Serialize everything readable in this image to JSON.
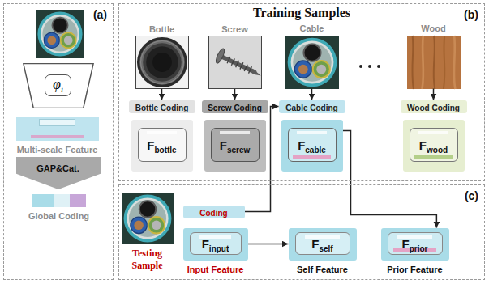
{
  "diagram": {
    "nodes": [
      {
        "text": [
          "(a)"
        ]
      },
      {
        "text": [
          "φ",
          "i"
        ],
        "in": 0
      },
      {
        "text": [
          "Multi-scale Feature"
        ],
        "in": 0
      },
      {
        "text": [
          "GAP&Cat."
        ],
        "in": 0
      },
      {
        "text": [
          "Global Coding"
        ],
        "in": 0
      },
      {
        "text": [
          "Training Samples",
          "(b)"
        ]
      },
      {
        "text": [
          "Bottle"
        ],
        "in": 5
      },
      {
        "text": [
          "Bottle Coding"
        ],
        "in": 5
      },
      {
        "text": [
          "F",
          "bottle"
        ],
        "in": 5
      },
      {
        "text": [
          "Screw"
        ],
        "in": 5
      },
      {
        "text": [
          "Screw Coding"
        ],
        "in": 5
      },
      {
        "text": [
          "F",
          "screw"
        ],
        "in": 5
      },
      {
        "text": [
          "Cable"
        ],
        "in": 5
      },
      {
        "text": [
          "Cable Coding"
        ],
        "in": 5
      },
      {
        "text": [
          "F",
          "cable"
        ],
        "in": 5
      },
      {
        "text": [
          "Wood"
        ],
        "in": 5
      },
      {
        "text": [
          "Wood Coding"
        ],
        "in": 5
      },
      {
        "text": [
          "F",
          "wood"
        ],
        "in": 5
      },
      {
        "text": [
          "(c)"
        ]
      },
      {
        "text": [
          "Testing Sample"
        ],
        "in": 18
      },
      {
        "text": [
          "Coding"
        ],
        "in": 18
      },
      {
        "text": [
          "F",
          "input",
          "Input Feature"
        ],
        "in": 18
      },
      {
        "text": [
          "F",
          "self",
          "Self Feature"
        ],
        "in": 18
      },
      {
        "text": [
          "F",
          "prior",
          "Prior Feature"
        ],
        "in": 18
      }
    ],
    "edges": [
      {
        "from": 6,
        "to": 7,
        "arrow": "to"
      },
      {
        "from": 9,
        "to": 10,
        "arrow": "to"
      },
      {
        "from": 12,
        "to": 13,
        "arrow": "to"
      },
      {
        "from": 15,
        "to": 16,
        "arrow": "to"
      },
      {
        "from": 20,
        "to": 13,
        "arrow": "to"
      },
      {
        "from": 14,
        "to": 23,
        "arrow": "to"
      },
      {
        "from": 21,
        "to": 22,
        "arrow": "to"
      }
    ]
  }
}
